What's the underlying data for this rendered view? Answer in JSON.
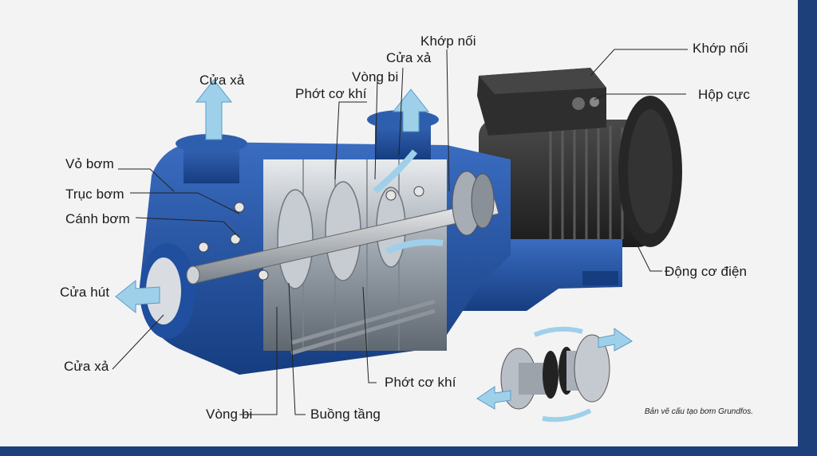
{
  "labels": {
    "cua_xa_top": "Cửa xả",
    "vo_bom": "Vỏ bơm",
    "truc_bom": "Trục bơm",
    "canh_bom": "Cánh bơm",
    "cua_hut": "Cửa hút",
    "cua_xa_bottom": "Cửa xả",
    "vong_bi_bottom": "Vòng bi",
    "buong_tang": "Buồng tầng",
    "phot_co_khi_bottom": "Phớt cơ khí",
    "phot_co_khi_top": "Phớt cơ khí",
    "vong_bi_top": "Vòng bi",
    "cua_xa_middle": "Cửa xả",
    "khop_noi_top": "Khớp nối",
    "khop_noi_right": "Khớp nối",
    "hop_cuc": "Hộp cực",
    "dong_co_dien": "Động cơ điện"
  },
  "caption": "Bản vẽ cấu tạo bơm Grundfos.",
  "colors": {
    "pump_blue": "#1f4f9e",
    "motor_dark": "#2d2d2d",
    "steel": "#b8bec6",
    "flow_arrow": "#9fd0ea",
    "frame_blue": "#1d3f7a"
  }
}
